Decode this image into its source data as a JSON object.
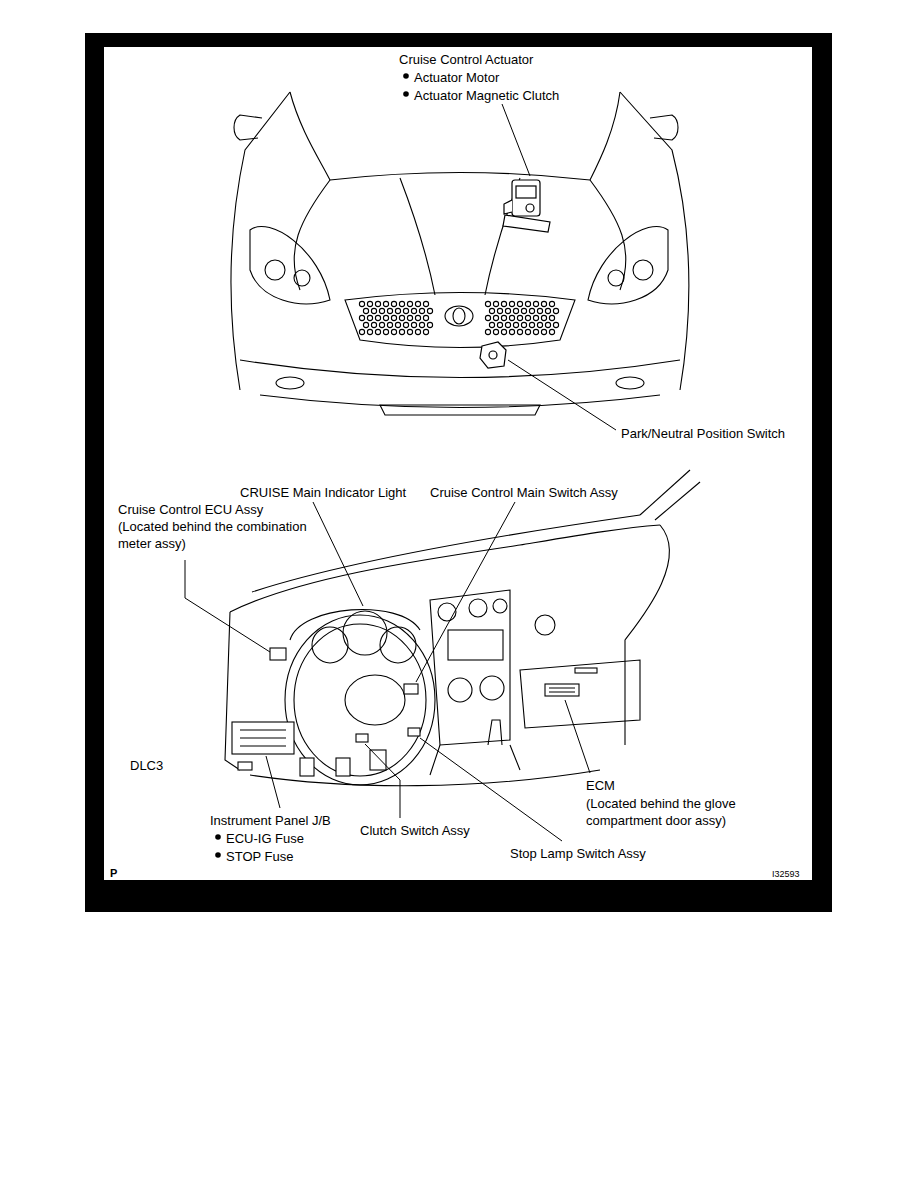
{
  "diagram": {
    "labels": [
      "Cruise Control Actuator",
      "Actuator Motor",
      "Actuator Magnetic Clutch",
      "Park/Neutral Position Switch",
      "CRUISE Main Indicator Light",
      "Cruise Control Main Switch Assy",
      "Cruise Control ECU Assy",
      "(Located behind the combination meter assy)",
      "DLC3",
      "Instrument Panel J/B",
      "ECU-IG Fuse",
      "STOP Fuse",
      "Clutch Switch Assy",
      "Stop Lamp Switch Assy",
      "ECM",
      "(Located behind the glove compartment door assy)",
      "P",
      "I32593"
    ]
  }
}
